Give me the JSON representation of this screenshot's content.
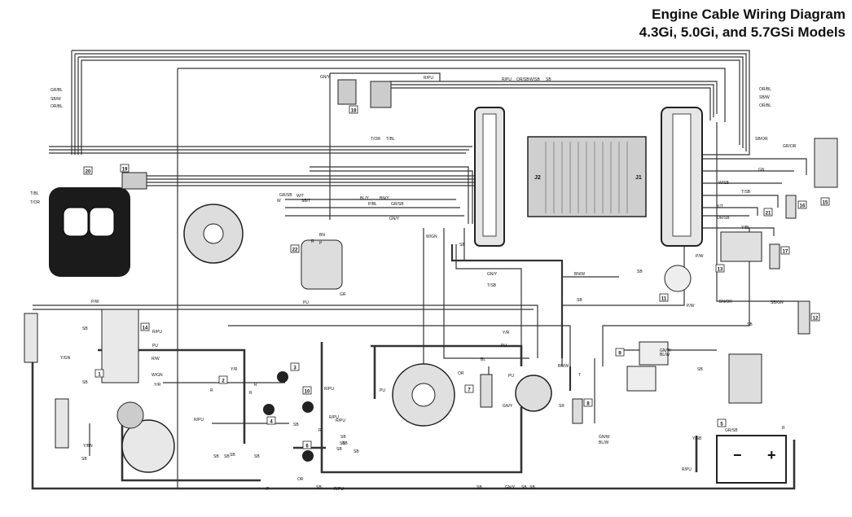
{
  "title": {
    "line1": "Engine Cable Wiring Diagram",
    "line2": "4.3Gi, 5.0Gi, and 5.7GSi Models"
  },
  "ecm_labels": {
    "j2": "J2",
    "j1": "J1"
  },
  "battery": {
    "neg": "−",
    "pos": "+"
  },
  "wire_labels": [
    "GR/BL",
    "SB/W",
    "OR/BL",
    "GN/Y",
    "R/PU",
    "R/PU",
    "OR/SB",
    "W/SB",
    "SB",
    "OR/BL",
    "SB/W",
    "OR/BL",
    "T/OR",
    "T/BL",
    "SB/OR",
    "GR/OR",
    "T/BL",
    "T/OR",
    "GR/SB",
    "W",
    "W/T",
    "SB/T",
    "BL/Y",
    "BN/Y",
    "P/BL",
    "GR/SB",
    "GN/Y",
    "W/GN",
    "GN",
    "W/SB",
    "T/SB",
    "Y/T",
    "OR/SB",
    "Y/BL",
    "BN",
    "R",
    "P",
    "GR",
    "SB",
    "PU",
    "GN/Y",
    "BN/W",
    "SB",
    "T/SB",
    "SB",
    "P/W",
    "P/W",
    "BN/OR",
    "SB/GN",
    "SB",
    "P/W",
    "R/PU",
    "SB",
    "PU",
    "R/W",
    "Y/GN",
    "W/GN",
    "Y/R",
    "SB",
    "Y/R",
    "R",
    "R/PU",
    "R/PU",
    "R",
    "SB",
    "SB",
    "SB",
    "PU",
    "SB",
    "R/PU",
    "R",
    "SB",
    "OR",
    "PU",
    "BL",
    "Y/R",
    "PU",
    "BN/W",
    "T",
    "SR",
    "GN/Y",
    "GN/W",
    "BL/W",
    "GN/W",
    "BL/W",
    "SB",
    "SB",
    "R",
    "R/PU",
    "SB",
    "Y/BN",
    "SB",
    "SB",
    "OR",
    "R/PU",
    "SB",
    "R",
    "SB",
    "P",
    "R/PU",
    "SB",
    "GN/Y",
    "SB",
    "SB",
    "SB",
    "GR/SB",
    "Y/SB",
    "SB"
  ],
  "callouts": {
    "c18": "18",
    "c19": "19",
    "c20": "20",
    "c21": "21",
    "c22": "22",
    "c16": "16",
    "c15": "15",
    "c17": "17",
    "c13": "13",
    "c11": "11",
    "c12": "12",
    "c14": "14",
    "c1": "1",
    "c2": "2",
    "c3": "3",
    "c4": "4",
    "c5": "5",
    "c6": "6",
    "c7": "7",
    "c8": "8",
    "c9": "9",
    "c10": "10"
  }
}
